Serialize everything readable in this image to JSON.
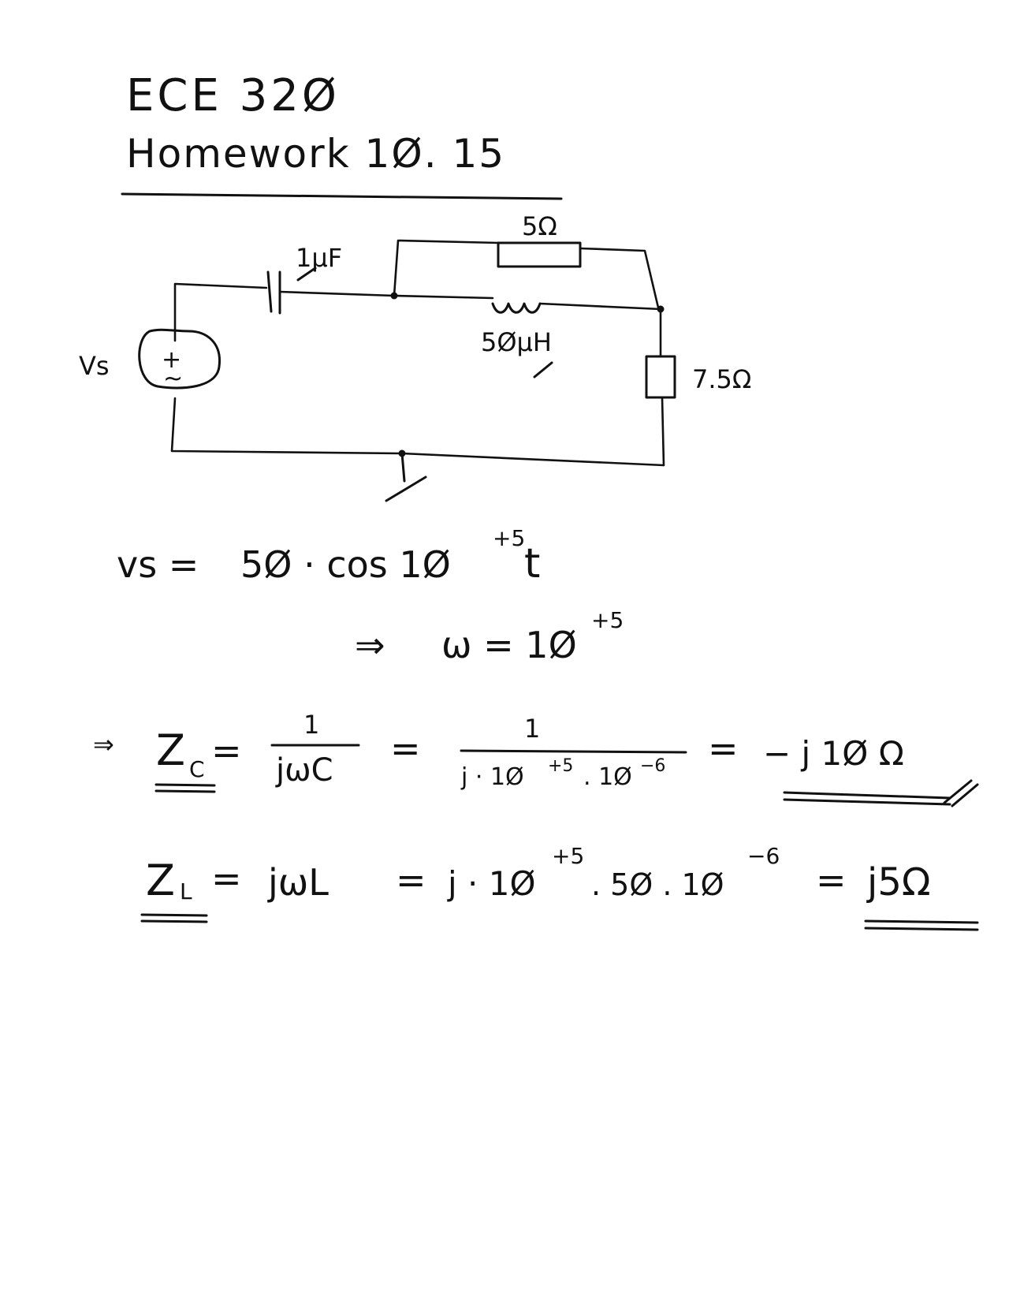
{
  "header": {
    "course": "ECE 32Ø",
    "assignment": "Homework  1Ø. 15"
  },
  "circuit": {
    "source_label": "Vs",
    "source_symbol_plus": "+",
    "source_symbol_tilde": "~",
    "capacitor_label": "1µF",
    "resistor_top_label": "5Ω",
    "inductor_label": "5ØµH",
    "resistor_right_label": "7.5Ω"
  },
  "equations": {
    "source": {
      "lhs": "vs =",
      "rhs": "5Ø · cos 1Ø",
      "exp": "+5",
      "var": "t"
    },
    "omega": {
      "arrow": "⇒",
      "text": "ω = 1Ø",
      "exp": "+5"
    },
    "zc": {
      "arrow": "⇒",
      "lhs": "Z",
      "lhs_sub": "C",
      "eq1": "=",
      "frac1_num": "1",
      "frac1_den": "jωC",
      "eq2": "=",
      "frac2_num": "1",
      "frac2_den": "j · 1Ø",
      "frac2_exp1": "+5",
      "frac2_mid": ". 1Ø",
      "frac2_exp2": "−6",
      "eq3": "=",
      "result": "− j 1Ø Ω"
    },
    "zl": {
      "lhs": "Z",
      "lhs_sub": "L",
      "eq1": "=",
      "expr1": "jωL",
      "eq2": "=",
      "expr2a": "j · 1Ø",
      "expr2_exp1": "+5",
      "expr2b": ". 5Ø . 1Ø",
      "expr2_exp2": "−6",
      "eq3": "=",
      "result": "j5Ω"
    }
  }
}
